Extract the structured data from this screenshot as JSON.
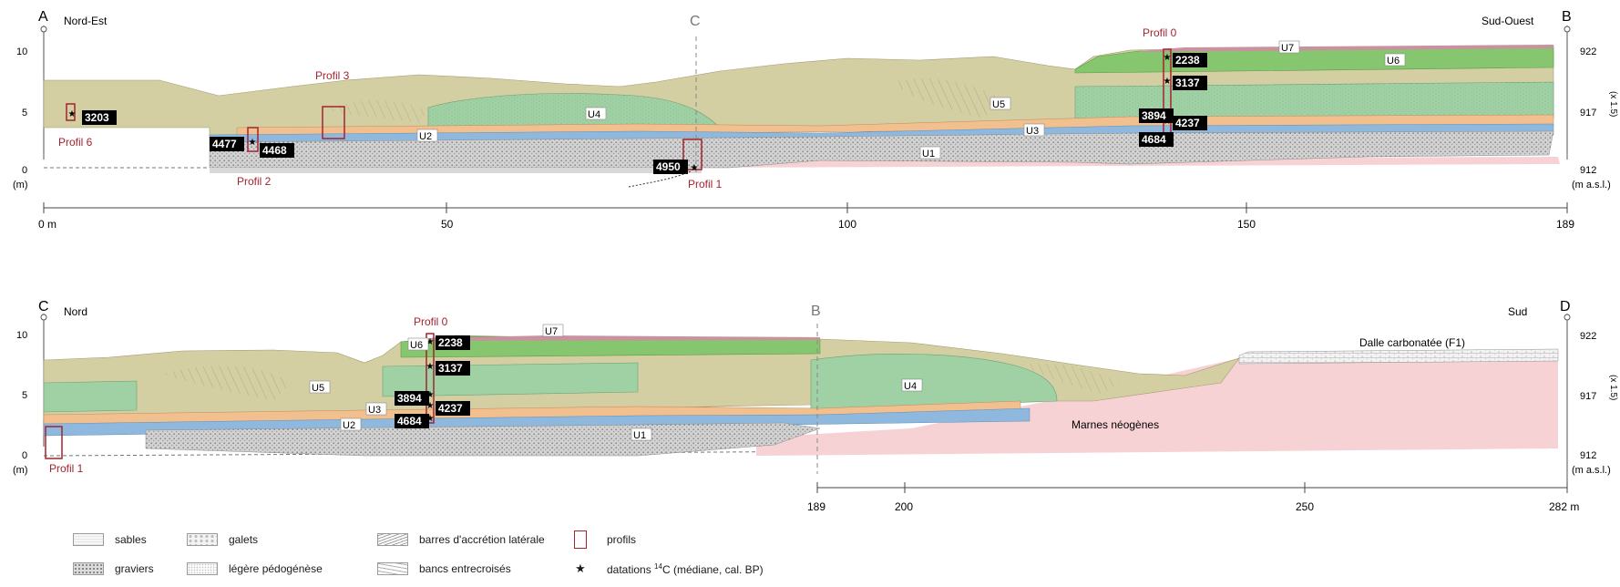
{
  "colors": {
    "U1": "#c9c9c9",
    "U2": "#8eb8dd",
    "U3": "#f1c08e",
    "U4": "#9fd1a4",
    "U5": "#d4cfa2",
    "U6": "#86c66f",
    "U7": "#c8929e",
    "marnes": "#f7d2d4",
    "profil": "#a4232f"
  },
  "section1": {
    "start_letter": "A",
    "end_letter": "B",
    "center_letter": "C",
    "left_orientation": "Nord-Est",
    "right_orientation": "Sud-Ouest",
    "y_ticks": [
      "10",
      "5",
      "0"
    ],
    "y_unit": "(m)",
    "alt_ticks": [
      "922",
      "917",
      "912"
    ],
    "alt_unit": "(m a.s.l.)",
    "exaggeration": "(x 1.5)",
    "x_ticks": [
      "0 m",
      "50",
      "100",
      "150",
      "189"
    ],
    "units": [
      "U1",
      "U2",
      "U3",
      "U4",
      "U5",
      "U6",
      "U7"
    ],
    "profils": [
      "Profil 0",
      "Profil 1",
      "Profil 2",
      "Profil 3",
      "Profil 6"
    ],
    "dates": [
      "3203",
      "4477",
      "4468",
      "4950",
      "2238",
      "3137",
      "3894",
      "4237",
      "4684"
    ]
  },
  "section2": {
    "start_letter": "C",
    "end_letter": "D",
    "center_letter": "B",
    "left_orientation": "Nord",
    "right_orientation": "Sud",
    "y_ticks": [
      "10",
      "5",
      "0"
    ],
    "y_unit": "(m)",
    "alt_ticks": [
      "922",
      "917",
      "912"
    ],
    "alt_unit": "(m a.s.l.)",
    "exaggeration": "(x 1.5)",
    "x_ticks": [
      "189",
      "200",
      "250",
      "282 m"
    ],
    "units": [
      "U1",
      "U2",
      "U3",
      "U4",
      "U5",
      "U6",
      "U7"
    ],
    "profils": [
      "Profil 0",
      "Profil 1"
    ],
    "dates": [
      "2238",
      "3137",
      "3894",
      "4237",
      "4684"
    ],
    "dalle": "Dalle carbonatée (F1)",
    "marnes": "Marnes néogènes"
  },
  "legend": {
    "sables": "sables",
    "graviers": "graviers",
    "galets": "galets",
    "pedo": "légère pédogénèse",
    "barres": "barres d'accrétion latérale",
    "bancs": "bancs entrecroisés",
    "profils": "profils",
    "datations_pre": "datations ",
    "datations_sup": "14",
    "datations_post": "C (médiane, cal. BP)",
    "star_glyph": "★"
  }
}
